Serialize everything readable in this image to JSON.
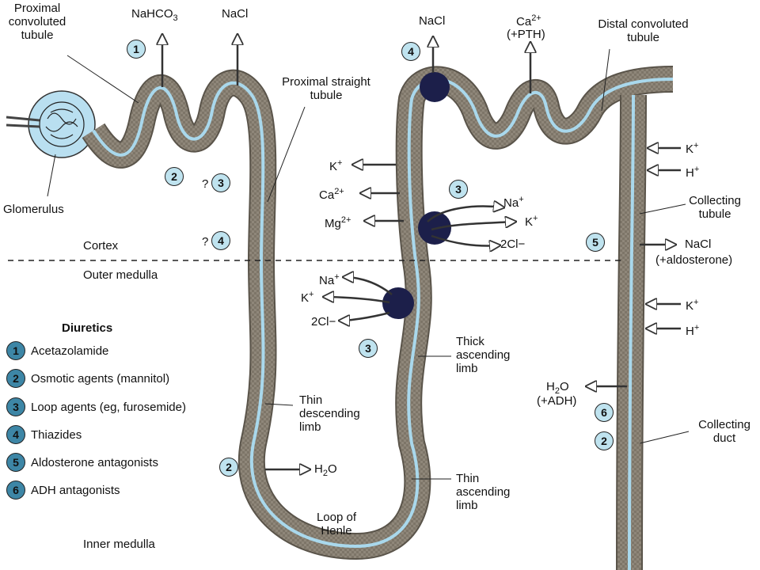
{
  "ions_top": {
    "nahco3": "NaHCO3",
    "nacl_prox": "NaCl",
    "nacl_distal": "NaCl",
    "ca_distal": "Ca2+",
    "pth": "(+PTH)"
  },
  "structures": {
    "proximal_convoluted": "Proximal convoluted tubule",
    "glomerulus": "Glomerulus",
    "proximal_straight": "Proximal straight tubule",
    "distal_convoluted": "Distal convoluted tubule",
    "collecting_tubule": "Collecting tubule",
    "collecting_duct": "Collecting duct",
    "thick_ascending": "Thick ascending limb",
    "thin_descending": "Thin descending limb",
    "thin_ascending": "Thin ascending limb",
    "loop_of_henle": "Loop of Henle"
  },
  "zones": {
    "cortex": "Cortex",
    "outer_medulla": "Outer medulla",
    "inner_medulla": "Inner medulla"
  },
  "thick_limb_ions": {
    "k_out": "K+",
    "ca_out": "Ca2+",
    "mg_out": "Mg2+",
    "na_in": "Na+",
    "k_in": "K+",
    "cl_in": "2Cl−",
    "na_lower": "Na+",
    "k_lower": "K+",
    "cl_lower": "2Cl−"
  },
  "collecting_ions": {
    "k1": "K+",
    "h1": "H+",
    "nacl": "NaCl",
    "aldosterone": "(+aldosterone)",
    "k2": "K+",
    "h2": "H+",
    "h2o": "H2O",
    "adh": "(+ADH)"
  },
  "water_loop": "H2O",
  "question_mark": "?",
  "sites": {
    "s1": "1",
    "s2a": "2",
    "s3a": "3",
    "s4a": "4",
    "s4b": "4",
    "s3b": "3",
    "s5": "5",
    "s3c": "3",
    "s6": "6",
    "s2b": "2",
    "s2c": "2"
  },
  "legend": {
    "title": "Diuretics",
    "items": [
      {
        "num": "1",
        "name": "Acetazolamide"
      },
      {
        "num": "2",
        "name": "Osmotic agents (mannitol)"
      },
      {
        "num": "3",
        "name": "Loop agents (eg, furosemide)"
      },
      {
        "num": "4",
        "name": "Thiazides"
      },
      {
        "num": "5",
        "name": "Aldosterone antagonists"
      },
      {
        "num": "6",
        "name": "ADH antagonists"
      }
    ]
  },
  "colors": {
    "tubule": "#8a8378",
    "lumen": "#a9d8ec",
    "transporter": "#1c1f4a",
    "badge": "#bfe3ef",
    "legend_badge": "#3d86a6"
  }
}
